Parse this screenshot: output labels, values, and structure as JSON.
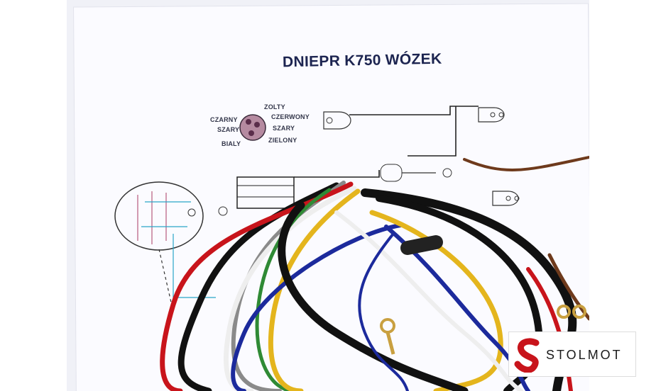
{
  "photo": {
    "description_alt": "",
    "colors": {
      "paper": "#fbfbff",
      "ink": "#1c2450",
      "cable_black": "#111111",
      "cable_red": "#c8141b",
      "cable_white": "#eeeeee",
      "cable_yellow": "#e4b51d",
      "cable_blue": "#1c2a9c",
      "cable_green": "#2f8a35",
      "cable_brown": "#6e3a1c",
      "cable_gray": "#8a8a8a",
      "logo_red": "#c8141b"
    }
  },
  "diagram": {
    "title": "DNIEPR K750 WÓZEK",
    "labels": {
      "zolty": "ZOLTY",
      "czerwony": "CZERWONY",
      "czarny": "CZARNY",
      "szary_left": "SZARY",
      "szary_right": "SZARY",
      "bialy": "BIALY",
      "zielony": "ZIELONY"
    }
  },
  "watermark": {
    "logo_icon": "stolmot-s-logo",
    "brand": "STOLMOT"
  }
}
